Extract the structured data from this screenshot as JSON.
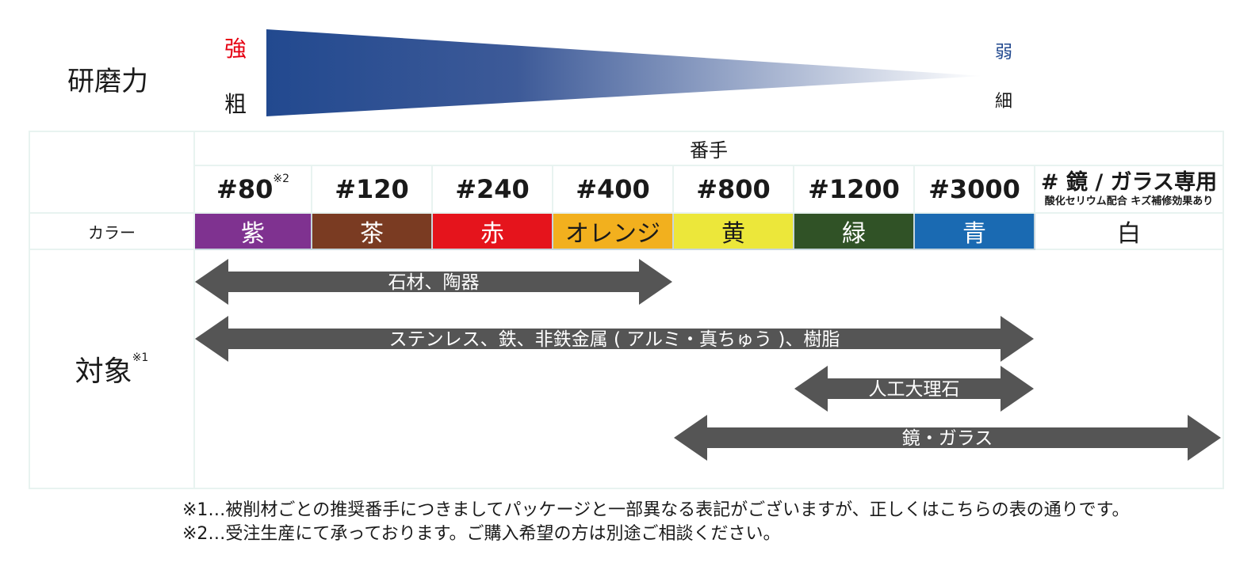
{
  "gradient": {
    "title": "研磨力",
    "strong": "強",
    "coarse": "粗",
    "weak": "弱",
    "fine": "細",
    "colors": {
      "dark": "#22498f",
      "light": "#ffffff",
      "strong_text": "#e60012",
      "weak_text": "#22498f"
    }
  },
  "table": {
    "grit_header": "番手",
    "color_row_label": "カラー",
    "target_label": "対象",
    "target_note_mark": "※1",
    "grits": [
      {
        "label": "#80",
        "note": "※2",
        "color_name": "紫",
        "bg": "#7f3290",
        "fg": "#ffffff"
      },
      {
        "label": "#120",
        "note": "",
        "color_name": "茶",
        "bg": "#7a3b22",
        "fg": "#ffffff"
      },
      {
        "label": "#240",
        "note": "",
        "color_name": "赤",
        "bg": "#e5141c",
        "fg": "#ffffff"
      },
      {
        "label": "#400",
        "note": "",
        "color_name": "オレンジ",
        "bg": "#f2b01e",
        "fg": "#1a1a1a"
      },
      {
        "label": "#800",
        "note": "",
        "color_name": "黄",
        "bg": "#ece73a",
        "fg": "#1a1a1a"
      },
      {
        "label": "#1200",
        "note": "",
        "color_name": "緑",
        "bg": "#305226",
        "fg": "#ffffff"
      },
      {
        "label": "#3000",
        "note": "",
        "color_name": "青",
        "bg": "#1a6ab2",
        "fg": "#ffffff"
      },
      {
        "label": "# 鏡 / ガラス専用",
        "sub": "酸化セリウム配合 キズ補修効果あり",
        "color_name": "白",
        "bg": "#ffffff",
        "fg": "#1a1a1a"
      }
    ]
  },
  "targets": [
    {
      "label": "石材、陶器",
      "from": 0,
      "to": 3
    },
    {
      "label": "ステンレス、鉄、非鉄金属 ( アルミ・真ちゅう )、樹脂",
      "from": 0,
      "to": 6
    },
    {
      "label": "人工大理石",
      "from": 5,
      "to": 6
    },
    {
      "label": "鏡・ガラス",
      "from": 4,
      "to": 7
    }
  ],
  "arrow_color": "#555555",
  "notes": [
    "※1…被削材ごとの推奨番手につきましてパッケージと一部異なる表記がございますが、正しくはこちらの表の通りです。",
    "※2…受注生産にて承っております。ご購入希望の方は別途ご相談ください。"
  ]
}
